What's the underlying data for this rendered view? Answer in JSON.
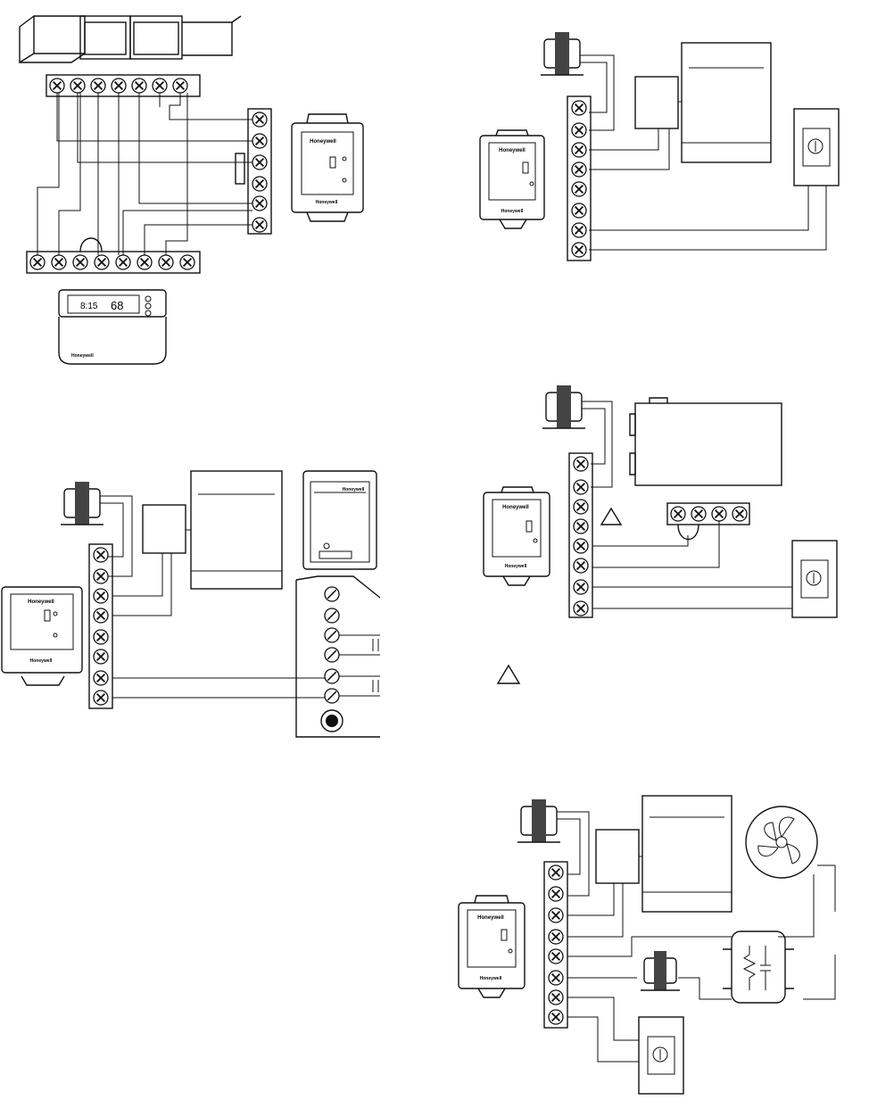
{
  "brand": {
    "text": "Honeywell",
    "logo": "Honeywell"
  },
  "thermostat": {
    "time": "8:15",
    "temp": "68"
  },
  "icons": {
    "screw": "screw-terminal-icon",
    "transformer": "transformer-icon",
    "humidistat": "humidistat-knob-icon",
    "fan": "fan-icon",
    "warning": "triangle-note-icon"
  },
  "colors": {
    "line": "#111111",
    "fill": "#ffffff",
    "shade": "#e6e6e6"
  }
}
